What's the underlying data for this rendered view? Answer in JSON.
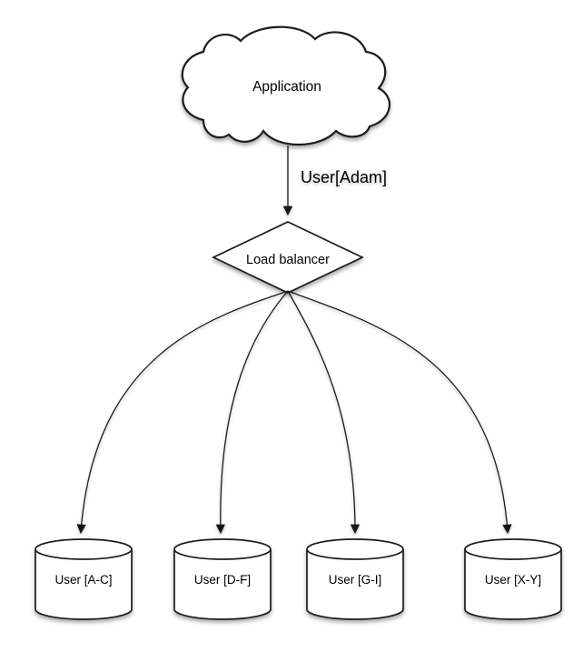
{
  "diagram": {
    "type": "flow-diagram",
    "colors": {
      "background": "#ffffff",
      "shape_fill": "#ffffff",
      "stroke": "#1c1c1c",
      "text": "#000000"
    },
    "nodes": {
      "application": {
        "label": "Application",
        "shape": "cloud"
      },
      "load_balancer": {
        "label": "Load balancer",
        "shape": "diamond"
      },
      "shards": [
        {
          "label": "User [A-C]",
          "shape": "cylinder"
        },
        {
          "label": "User [D-F]",
          "shape": "cylinder"
        },
        {
          "label": "User [G-I]",
          "shape": "cylinder"
        },
        {
          "label": "User [X-Y]",
          "shape": "cylinder"
        }
      ]
    },
    "edges": {
      "request": {
        "from": "Application",
        "to": "Load balancer",
        "label": "User[Adam]"
      },
      "routes": [
        {
          "from": "Load balancer",
          "to": "User [A-C]"
        },
        {
          "from": "Load balancer",
          "to": "User [D-F]"
        },
        {
          "from": "Load balancer",
          "to": "User [G-I]"
        },
        {
          "from": "Load balancer",
          "to": "User [X-Y]"
        }
      ]
    }
  }
}
